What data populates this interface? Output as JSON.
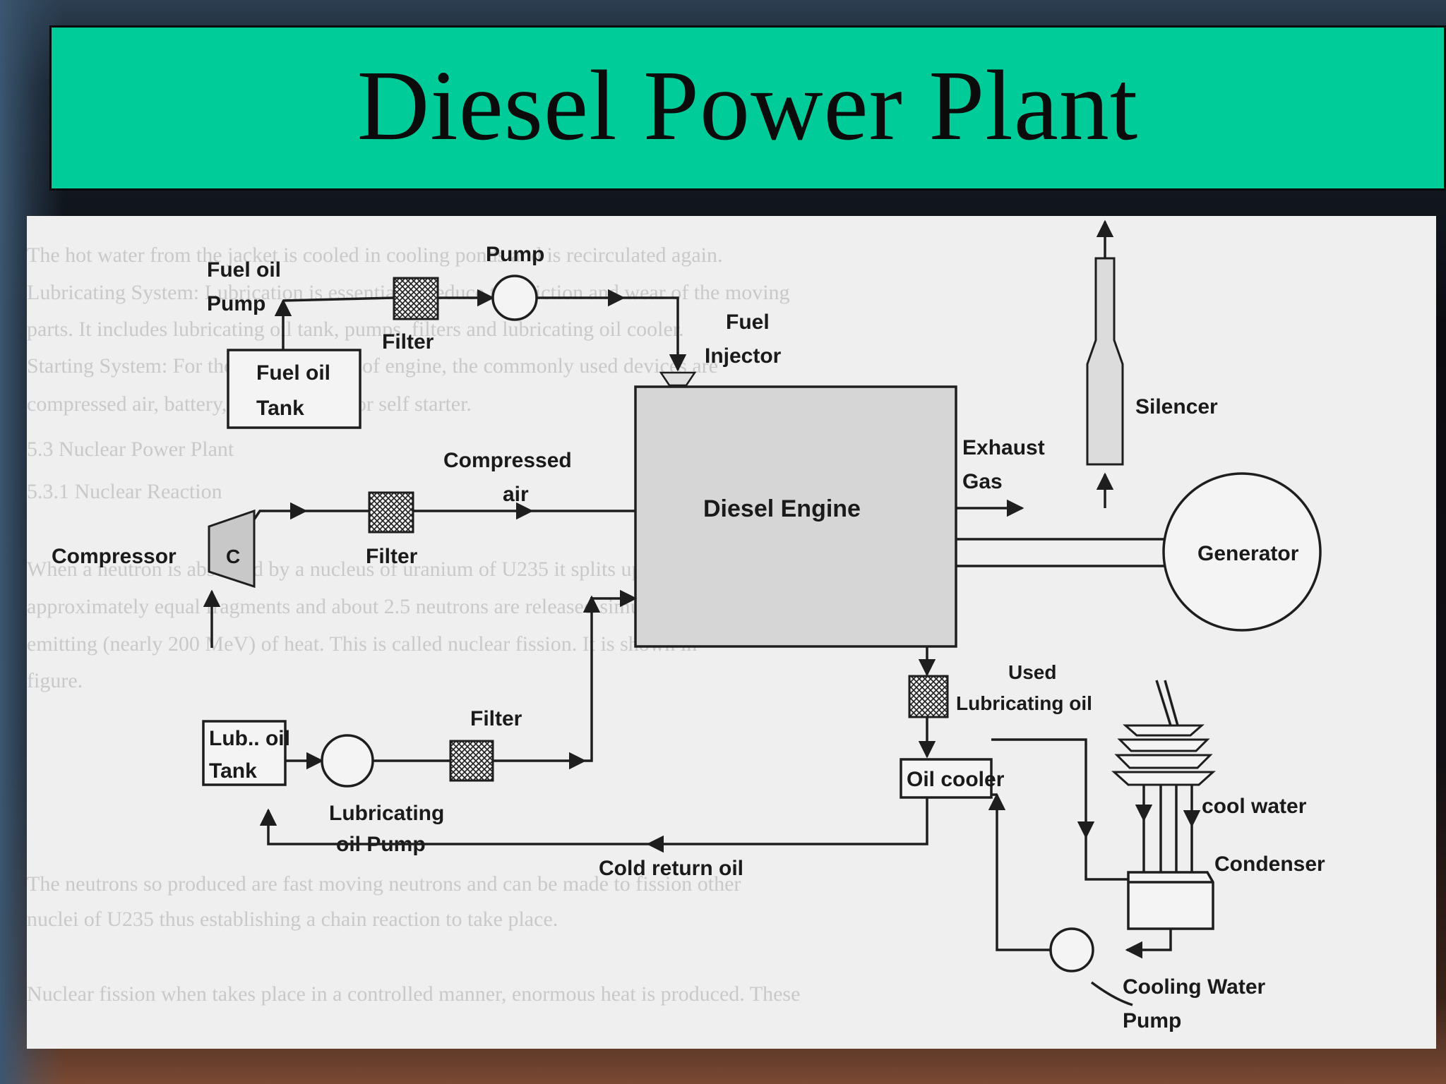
{
  "slide": {
    "title": "Diesel Power Plant"
  },
  "diagram": {
    "labels": {
      "fuel_oil_pump": [
        "Fuel oil",
        "Pump"
      ],
      "fuel_oil_tank": [
        "Fuel oil",
        "Tank"
      ],
      "filter_fuel": "Filter",
      "pump_fuel": "Pump",
      "fuel_injector": [
        "Fuel",
        "Injector"
      ],
      "compressed_air": [
        "Compressed",
        "air"
      ],
      "compressor": "Compressor",
      "compressor_c": "C",
      "filter_air": "Filter",
      "diesel_engine": "Diesel Engine",
      "exhaust_gas": [
        "Exhaust",
        "Gas"
      ],
      "silencer": "Silencer",
      "generator": "Generator",
      "used_lub_oil": [
        "Used",
        "Lubricating oil"
      ],
      "lub_oil_tank": [
        "Lub.. oil",
        "Tank"
      ],
      "lubricating_oil_pump": [
        "Lubricating",
        "oil Pump"
      ],
      "filter_lub": "Filter",
      "oil_cooler": "Oil cooler",
      "cold_return_oil": "Cold return oil",
      "cool_water": "cool water",
      "condenser": "Condenser",
      "cooling_water_pump": [
        "Cooling Water",
        "Pump"
      ]
    },
    "ghost_text_lines": [
      "The hot water from the jacket is cooled in cooling ponds and is recirculated again.",
      "Lubricating System: Lubrication is essential to reduce the friction and wear of the moving",
      "parts. It includes lubricating oil tank, pumps, filters and lubricating oil cooler.",
      "Starting System: For the initial starting of engine, the commonly used devices are",
      "compressed air, battery, electric motor or self starter.",
      "5.3 Nuclear Power Plant",
      "5.3.1 Nuclear Reaction",
      "When a neutron is absorbed by a nucleus of uranium of U235 it splits up into two",
      "approximately equal fragments and about 2.5 neutrons are released simultaneously",
      "emitting (nearly 200 MeV) of heat. This is called nuclear fission. It is shown in",
      "figure.",
      "The neutrons so produced are fast moving neutrons and can be made to fission other",
      "nuclei of U235 thus establishing a chain reaction to take place.",
      "Nuclear fission when takes place in a controlled manner, enormous heat is produced. These"
    ]
  }
}
